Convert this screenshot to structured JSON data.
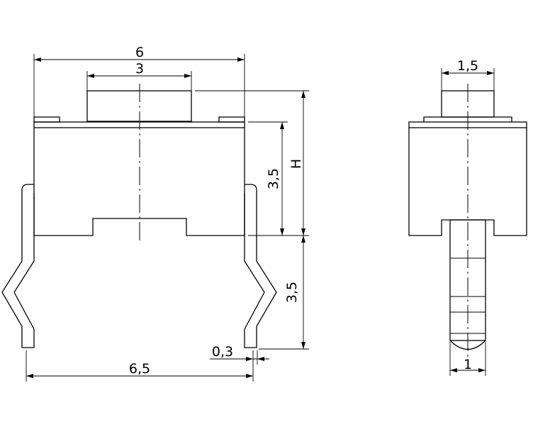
{
  "dimensions": {
    "total_width": "6",
    "button_width": "3",
    "body_height": "3,5",
    "overall_height": "H",
    "lead_length": "3,5",
    "lead_thickness": "0,3",
    "lead_pitch": "6,5",
    "side_button_width": "1,5",
    "side_lead_width": "1"
  }
}
